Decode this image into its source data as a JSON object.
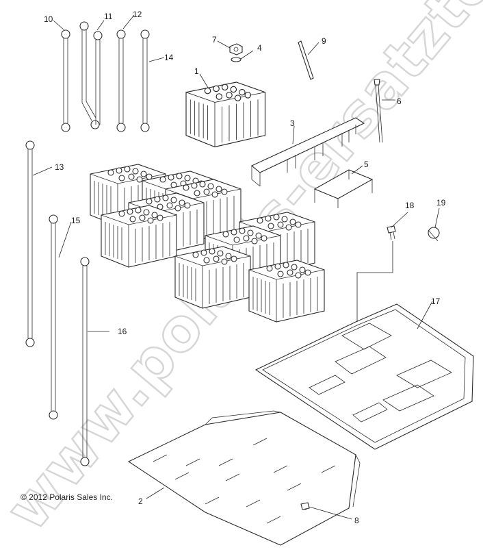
{
  "callouts": [
    "1",
    "2",
    "3",
    "4",
    "5",
    "6",
    "7",
    "8",
    "9",
    "10",
    "11",
    "12",
    "13",
    "14",
    "15",
    "16",
    "17",
    "18",
    "19"
  ],
  "copyright": "© 2012 Polaris Sales Inc.",
  "watermark": "www.polaris-ersatzteile.de",
  "colors": {
    "line": "#2a2a2a",
    "watermark": "#d6d6d6",
    "background": "#ffffff"
  }
}
